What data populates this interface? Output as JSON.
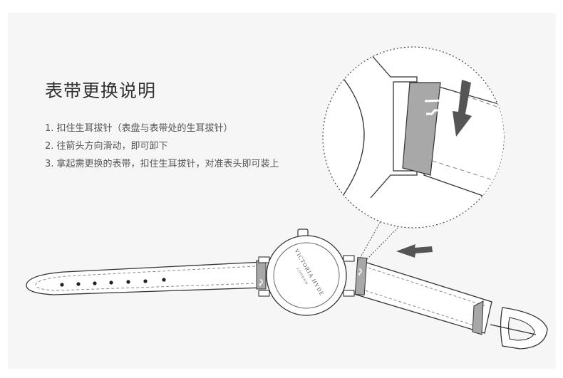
{
  "title": "表带更换说明",
  "steps": [
    "1. 扣住生耳拔针（表盘与表带处的生耳拔针）",
    "2. 往箭头方向滑动，即可卸下",
    "3. 拿起需更换的表带，扣住生耳拔针，对准表头即可装上"
  ],
  "watch_brand": "VICTORIA HYDE",
  "watch_city": "LONDON",
  "colors": {
    "background": "#f6f6f6",
    "line": "#333333",
    "lug_gray": "#a8a8a8",
    "arrow": "#555555",
    "title_text": "#333333",
    "step_text": "#555555"
  }
}
